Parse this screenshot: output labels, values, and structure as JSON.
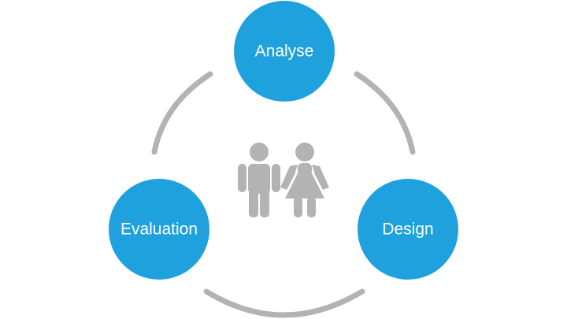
{
  "diagram": {
    "type": "cycle",
    "center_icon": "people-icon",
    "colors": {
      "node_fill": "#1ea1dc",
      "node_text": "#ffffff",
      "arc": "#b3b3b3",
      "people": "#b3b3b3",
      "background": "#ffffff"
    },
    "nodes": [
      {
        "id": "analyse",
        "label": "Analyse"
      },
      {
        "id": "design",
        "label": "Design"
      },
      {
        "id": "evaluation",
        "label": "Evaluation"
      }
    ]
  }
}
